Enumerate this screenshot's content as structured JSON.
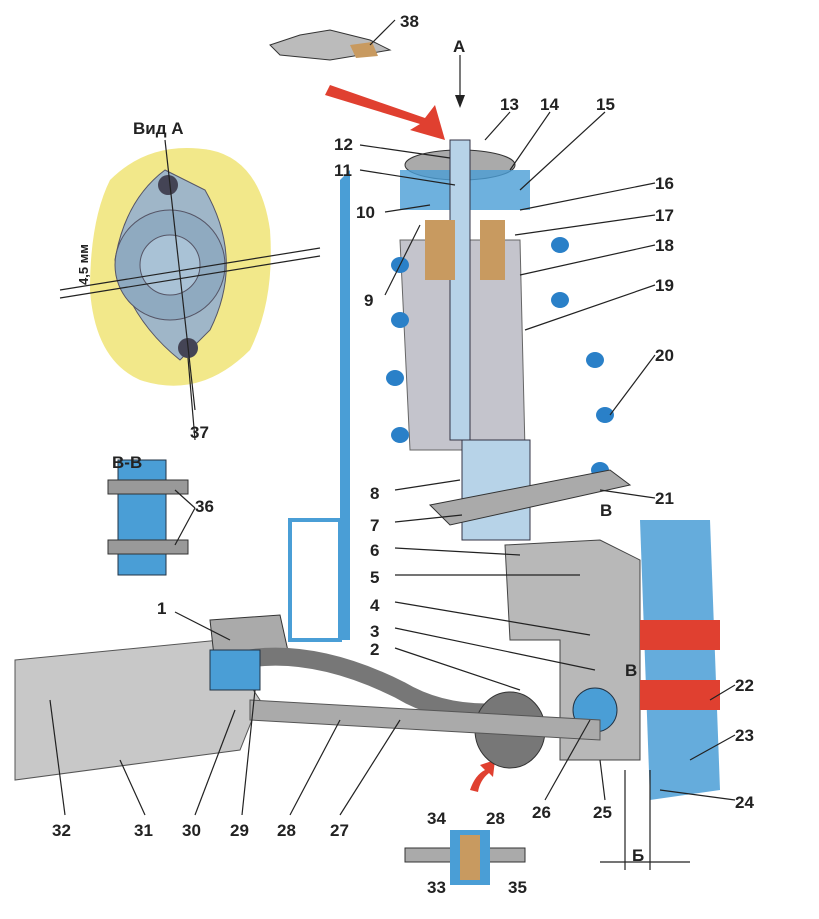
{
  "title": "Передняя подвеска",
  "view_a": {
    "title": "Вид А",
    "dimension": "4,5 мм",
    "label": "37"
  },
  "section_bb": {
    "title": "В-В",
    "label": "36"
  },
  "arrow_a": "А",
  "section_v": [
    "В",
    "В"
  ],
  "dim_b": "Б",
  "callouts": [
    "1",
    "2",
    "3",
    "4",
    "5",
    "6",
    "7",
    "8",
    "9",
    "10",
    "11",
    "12",
    "13",
    "14",
    "15",
    "16",
    "17",
    "18",
    "19",
    "20",
    "21",
    "22",
    "23",
    "24",
    "25",
    "26",
    "27",
    "28",
    "29",
    "30",
    "31",
    "32",
    "33",
    "34",
    "35",
    "28",
    "38"
  ],
  "colors": {
    "yellow": "#f2e88a",
    "blue": "#4a9ed6",
    "gray": "#b8b8b8",
    "red": "#e04030",
    "tan": "#c89a60"
  }
}
